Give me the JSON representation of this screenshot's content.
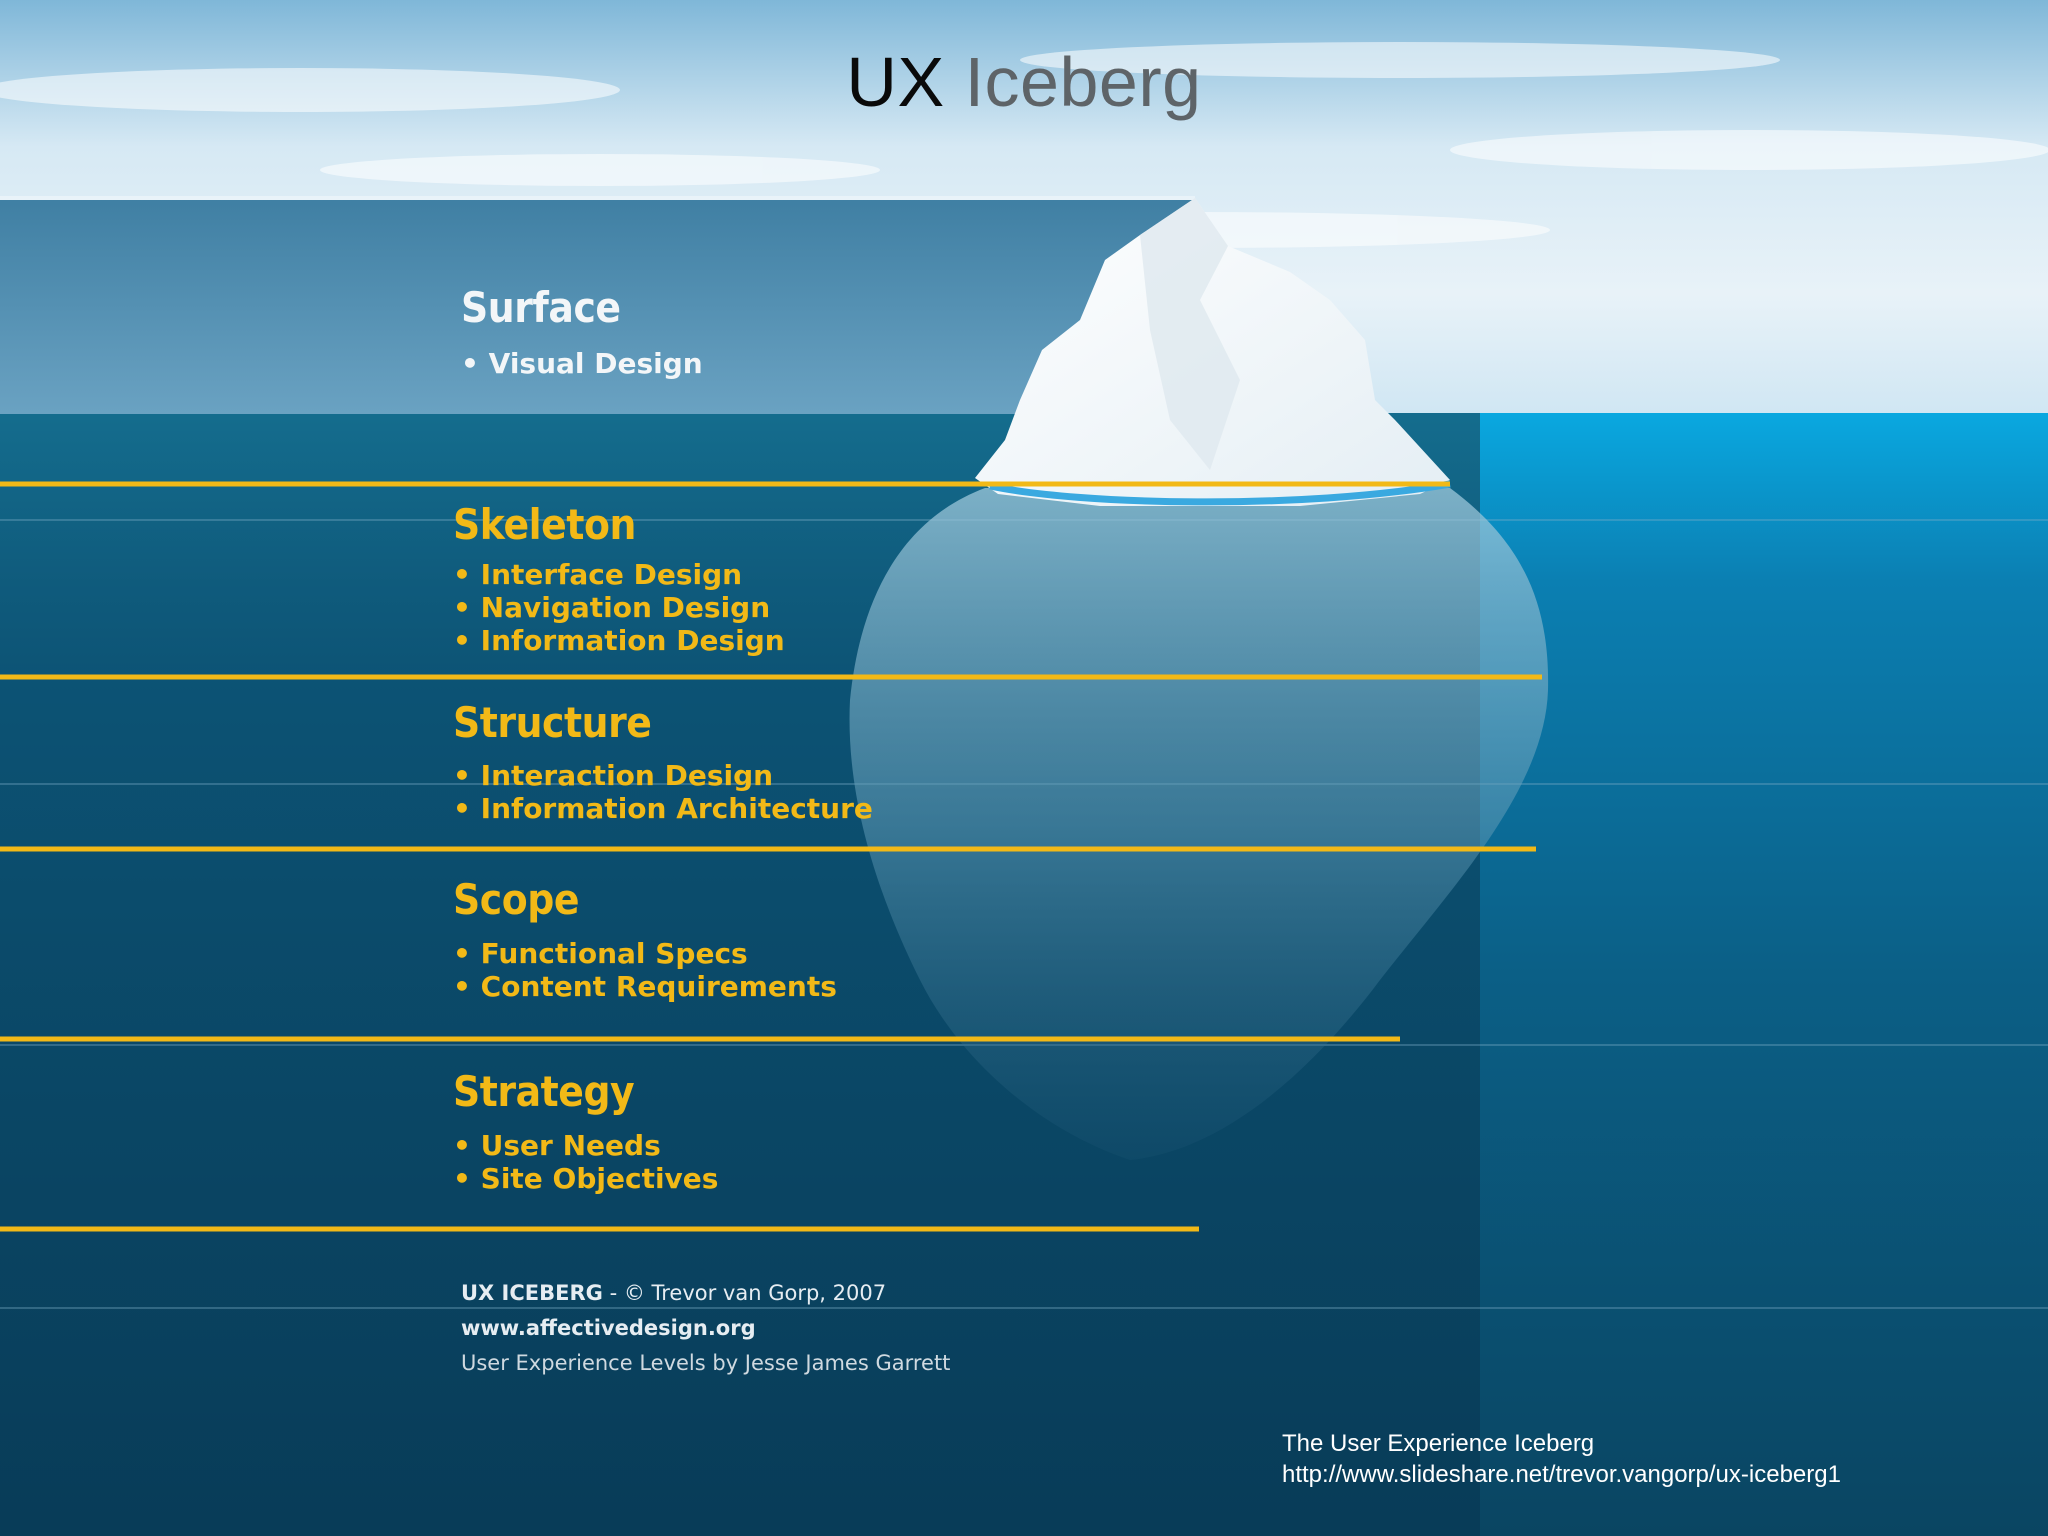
{
  "title": {
    "part1": "UX",
    "part2": "Iceberg"
  },
  "layers": [
    {
      "name": "Surface",
      "items": [
        "Visual Design"
      ]
    },
    {
      "name": "Skeleton",
      "items": [
        "Interface Design",
        "Navigation Design",
        "Information Design"
      ]
    },
    {
      "name": "Structure",
      "items": [
        "Interaction Design",
        "Information Architecture"
      ]
    },
    {
      "name": "Scope",
      "items": [
        "Functional Specs",
        "Content Requirements"
      ]
    },
    {
      "name": "Strategy",
      "items": [
        "User Needs",
        "Site Objectives"
      ]
    }
  ],
  "bullet": "•",
  "credits": {
    "line1_bold": "UX ICEBERG",
    "line1_rest": " - © Trevor van Gorp, 2007",
    "line2": "www.affectivedesign.org",
    "line3": "User Experience Levels by Jesse James Garrett"
  },
  "source": {
    "line1": "The User Experience Iceberg",
    "line2": "http://www.slideshare.net/trevor.vangorp/ux-iceberg1"
  },
  "colors": {
    "accent": "#f2b917",
    "sky": "#c9e3f3",
    "water": "#0e4a6b",
    "ice": "#ffffff"
  }
}
